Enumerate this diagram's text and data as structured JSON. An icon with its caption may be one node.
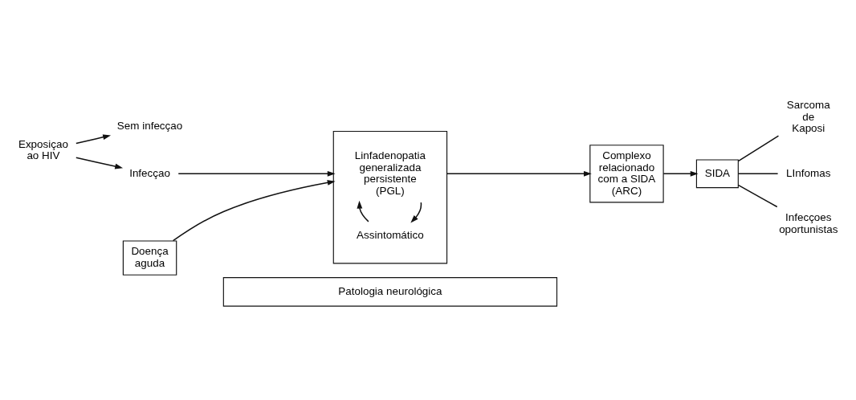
{
  "diagram": {
    "nodes": [
      {
        "text": [
          "Exposiçao ao HIV"
        ]
      },
      {
        "text": [
          "Sem infecçao"
        ]
      },
      {
        "text": [
          "Infecçao"
        ]
      },
      {
        "text": [
          "Doença aguda"
        ]
      },
      {
        "text": [],
        "shape": "box"
      },
      {
        "text": [
          "Linfadenopatia generalizada persistente (PGL)"
        ],
        "in": 4
      },
      {
        "text": [
          "Assintomático"
        ],
        "in": 4
      },
      {
        "text": [
          "Complexo relacionado com a SIDA (ARC)"
        ]
      },
      {
        "text": [
          "SIDA"
        ]
      },
      {
        "text": [
          "Sarcoma de Kaposi"
        ]
      },
      {
        "text": [
          "LInfomas"
        ]
      },
      {
        "text": [
          "Infecçoes oportunistas"
        ]
      },
      {
        "text": [
          "Patologia neurológica"
        ]
      }
    ],
    "edges": [
      {
        "from": 0,
        "to": 1,
        "arrow": "to"
      },
      {
        "from": 0,
        "to": 2,
        "arrow": "to"
      },
      {
        "from": 2,
        "to": 4,
        "arrow": "to"
      },
      {
        "from": 3,
        "to": 4,
        "arrow": "to"
      },
      {
        "from": 5,
        "to": 6,
        "arrow": "to"
      },
      {
        "from": 6,
        "to": 5,
        "arrow": "to"
      },
      {
        "from": 4,
        "to": 7,
        "arrow": "to"
      },
      {
        "from": 7,
        "to": 8,
        "arrow": "to"
      },
      {
        "from": 8,
        "to": 9,
        "arrow": "none"
      },
      {
        "from": 8,
        "to": 10,
        "arrow": "none"
      },
      {
        "from": 8,
        "to": 11,
        "arrow": "none"
      }
    ]
  }
}
